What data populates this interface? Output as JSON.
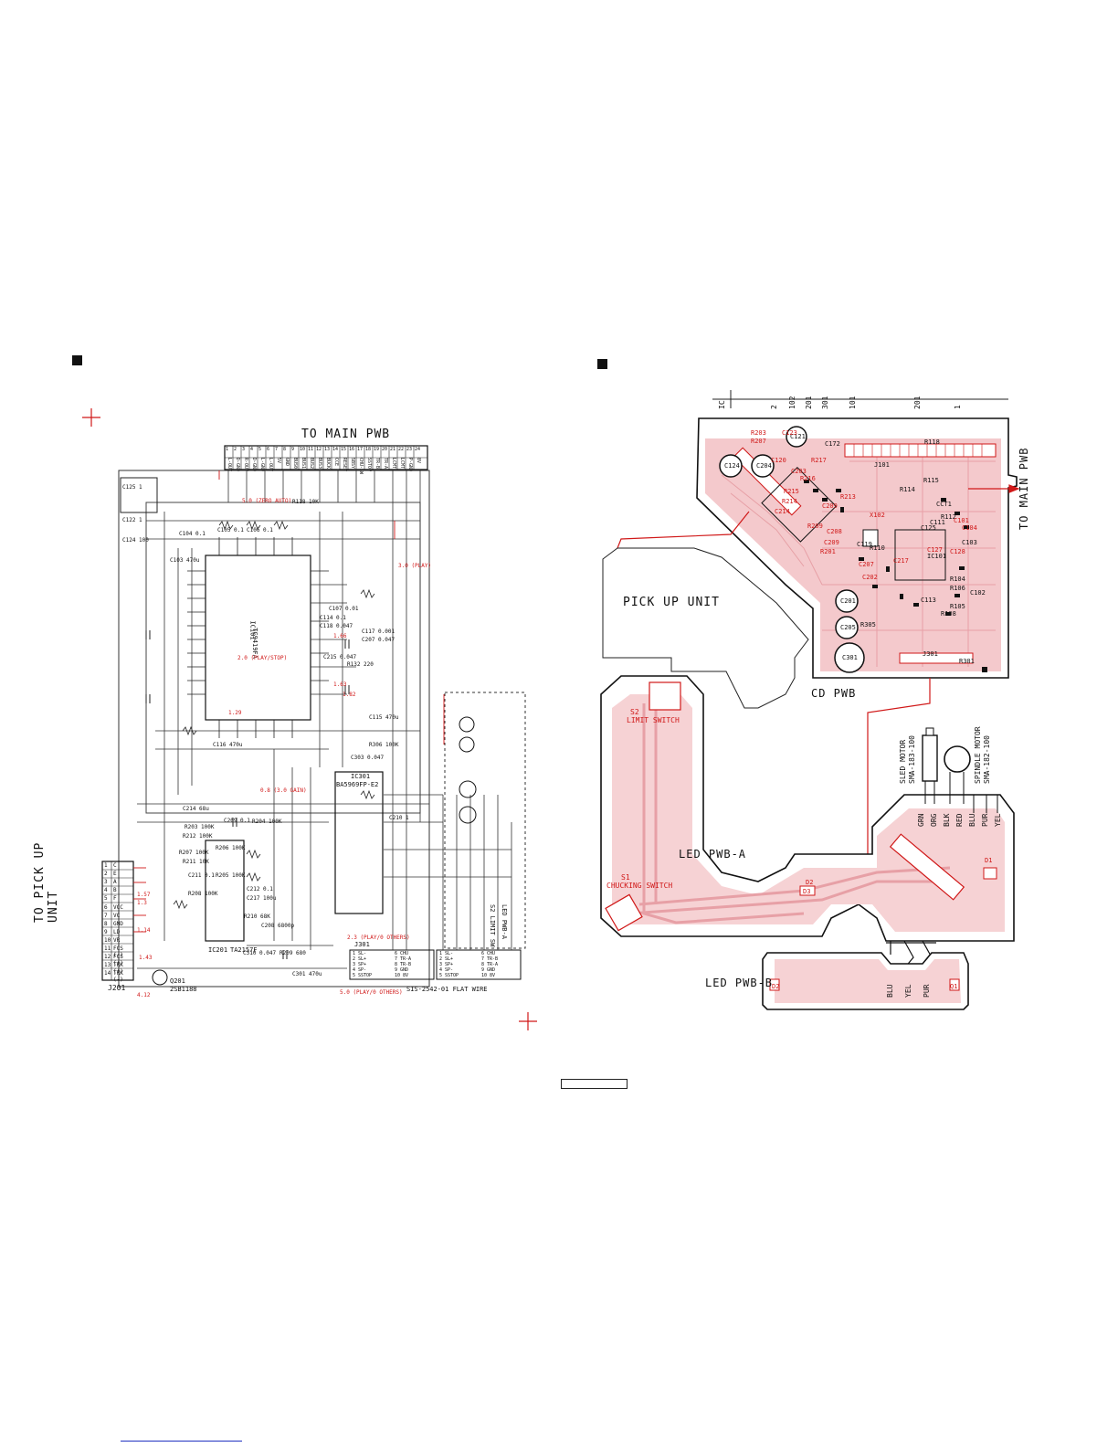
{
  "schematic": {
    "main_connector_label": "TO MAIN PWB",
    "pickup_connector_label": "TO PICK UP UNIT",
    "pickup_connector_ref": "J201",
    "pickup_pins": [
      {
        "n": "1",
        "s": "C"
      },
      {
        "n": "2",
        "s": "E"
      },
      {
        "n": "3",
        "s": "A"
      },
      {
        "n": "4",
        "s": "B"
      },
      {
        "n": "5",
        "s": "F"
      },
      {
        "n": "6",
        "s": "VCC"
      },
      {
        "n": "7",
        "s": "VC"
      },
      {
        "n": "8",
        "s": "GND"
      },
      {
        "n": "9",
        "s": "LD"
      },
      {
        "n": "10",
        "s": "VR"
      },
      {
        "n": "11",
        "s": "FCS (-)"
      },
      {
        "n": "12",
        "s": "FCS (+)"
      },
      {
        "n": "13",
        "s": "TRK (+)"
      },
      {
        "n": "14",
        "s": "TRK (-)"
      }
    ],
    "main_pins": [
      {
        "n": "1",
        "s": "L-OUT"
      },
      {
        "n": "2",
        "s": "D-GND"
      },
      {
        "n": "3",
        "s": "R-OUT"
      },
      {
        "n": "4",
        "s": "D-GND"
      },
      {
        "n": "5",
        "s": "L-GND"
      },
      {
        "n": "6",
        "s": "L-OUT"
      },
      {
        "n": "7",
        "s": "5V"
      },
      {
        "n": "8",
        "s": "GND"
      },
      {
        "n": "9",
        "s": "BUS0"
      },
      {
        "n": "10",
        "s": "BUS1"
      },
      {
        "n": "11",
        "s": "BUS2"
      },
      {
        "n": "12",
        "s": "BUS3"
      },
      {
        "n": "13",
        "s": "BUCK"
      },
      {
        "n": "14",
        "s": "CCE"
      },
      {
        "n": "15",
        "s": "RESET"
      },
      {
        "n": "16",
        "s": "SBSY"
      },
      {
        "n": "17",
        "s": "CHU-SW"
      },
      {
        "n": "18",
        "s": "SSTOP"
      },
      {
        "n": "19",
        "s": "TR-B"
      },
      {
        "n": "20",
        "s": "TR-A"
      },
      {
        "n": "21",
        "s": "LCMT"
      },
      {
        "n": "22",
        "s": "LCMT"
      },
      {
        "n": "23",
        "s": "P-GND"
      },
      {
        "n": "24",
        "s": "8V"
      }
    ],
    "ic_main": {
      "ref": "IC101",
      "part": "TC9419FA"
    },
    "ic_servo": {
      "ref": "IC201",
      "part": "TA2157F"
    },
    "ic_driver": {
      "ref": "IC301",
      "part": "BA5969FP-E2"
    },
    "flat_wire_label": "SIS-2542-01 FLAT WIRE",
    "led_pwb_label": "LED PWB-A",
    "limit_switch_label": "S2 LIMIT SW",
    "transistor": {
      "ref": "Q201",
      "part": "2SB1188"
    },
    "component_labels": [
      "C104 0.1",
      "C103 470u",
      "C105 0.1",
      "C106 0.1",
      "C122 1",
      "C124 100",
      "C125 1",
      "R118 10K",
      "C114 0.1",
      "C118 0.047",
      "C117 0.001",
      "C207 0.047",
      "C215 0.047",
      "R132 220",
      "C107 0.01",
      "C116 470u",
      "C115 470u",
      "R306 100K",
      "C303 0.047",
      "C210 1",
      "C214 68u",
      "C209 0.1",
      "R204 100K",
      "R203 100K",
      "R212 100K",
      "R207 100K",
      "R211 10K",
      "R206 100K",
      "R205 100K",
      "R208 100K",
      "C211 0.1",
      "C212 0.1",
      "C217 100u",
      "R210 68K",
      "C208 6800p",
      "R209 680",
      "C310 0.047",
      "C301 470u"
    ],
    "red_annotations": [
      "5.0 (ZERO AUTO)",
      "2.0 (PLAY/STOP)",
      "1.66",
      "1.63",
      "1.82",
      "0.8 (3.0 GAIN)",
      "3.0 (PLAY)",
      "5.0 (PLAY/0 OTHERS)",
      "2.3 (PLAY/0 OTHERS)",
      "4.12",
      "1.29",
      "1.57",
      "1.3",
      "1.14",
      "1.43"
    ],
    "bottom_left_connector": {
      "ref": "J301",
      "pins": [
        {
          "n": "1",
          "s": "SL-"
        },
        {
          "n": "2",
          "s": "SL+"
        },
        {
          "n": "3",
          "s": "SP+"
        },
        {
          "n": "4",
          "s": "SP-"
        },
        {
          "n": "5",
          "s": "SSTOP"
        },
        {
          "n": "6",
          "s": "CHU"
        },
        {
          "n": "7",
          "s": "TR-A"
        },
        {
          "n": "8",
          "s": "TR-B"
        },
        {
          "n": "9",
          "s": "GND"
        },
        {
          "n": "10",
          "s": "8V"
        }
      ]
    },
    "bottom_right_connector": {
      "pins": [
        {
          "n": "1",
          "s": "SL-"
        },
        {
          "n": "2",
          "s": "SL+"
        },
        {
          "n": "3",
          "s": "SP+"
        },
        {
          "n": "4",
          "s": "SP-"
        },
        {
          "n": "5",
          "s": "SSTOP"
        },
        {
          "n": "6",
          "s": "CHU"
        },
        {
          "n": "7",
          "s": "TR-B"
        },
        {
          "n": "8",
          "s": "TR-A"
        },
        {
          "n": "9",
          "s": "GND"
        },
        {
          "n": "10",
          "s": "8V"
        }
      ]
    }
  },
  "board": {
    "title": "CD PWB",
    "to_main": "TO MAIN PWB",
    "pickup": "PICK UP UNIT",
    "led_a": "LED PWB-A",
    "led_b": "LED PWB-B",
    "s1": "S1",
    "s1_label": "CHUCKING SWITCH",
    "s2": "S2",
    "s2_label": "LIMIT SWITCH",
    "sled_motor": "SLED MOTOR",
    "sled_part": "SMA-183-100",
    "spindle_motor": "SPINDLE MOTOR",
    "spindle_part": "SMA-182-100",
    "wire_colors_top": [
      "GRN",
      "ORG",
      "BLK",
      "RED",
      "BLU",
      "PUR",
      "YEL"
    ],
    "wire_colors_bottom": [
      "BLU",
      "YEL",
      "PUR"
    ],
    "scale_labels": [
      "IC",
      "2",
      "102",
      "201",
      "301",
      "101",
      "201",
      "1"
    ],
    "parts_black": [
      "C124",
      "C204",
      "C121",
      "C172",
      "R118",
      "R115",
      "R114",
      "J101",
      "IC101",
      "R110",
      "C111",
      "C125",
      "C103",
      "CCT1",
      "R112",
      "C119",
      "C201",
      "C205",
      "C301",
      "R305",
      "R108",
      "C102",
      "R105",
      "R106",
      "R104",
      "C113",
      "R301",
      "J301"
    ],
    "parts_red": [
      "R203",
      "R207",
      "C123",
      "C120",
      "R217",
      "C203",
      "R216",
      "R215",
      "R214",
      "C214",
      "C209",
      "R209",
      "C208",
      "C209",
      "R201",
      "C207",
      "C202",
      "C217",
      "C127",
      "C128",
      "C104",
      "C101",
      "R213",
      "X102"
    ],
    "diode_labels": [
      "D1",
      "D2",
      "D3",
      "Q1",
      "D2"
    ]
  },
  "page": {
    "footer_box_text": ""
  },
  "colors": {
    "ink": "#111111",
    "red": "#d01818",
    "board_pink": "#f3c3c6",
    "trace_pink": "#e7a0a6"
  }
}
